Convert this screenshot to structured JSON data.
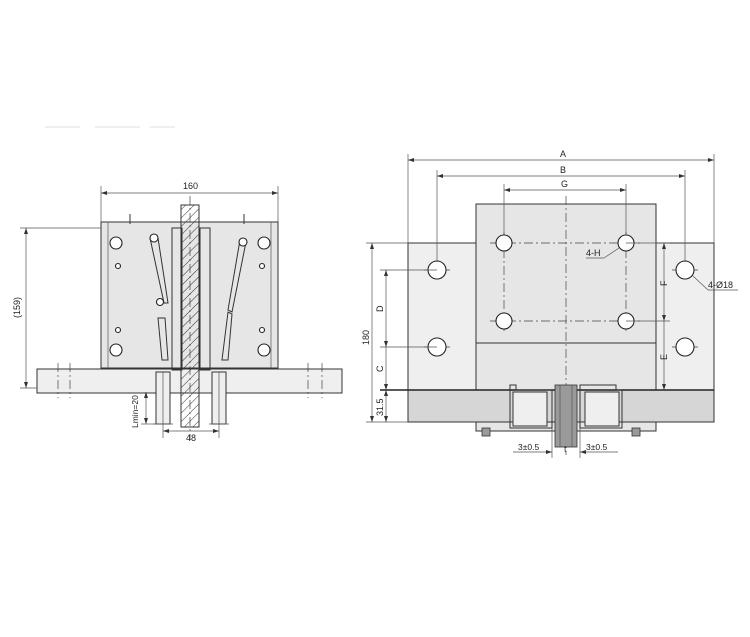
{
  "side_view": {
    "width_dim": "160",
    "height_dim": "(159)",
    "lmin": "Lmin=20",
    "rail_dim": "48"
  },
  "plan_view": {
    "dim_a": "A",
    "dim_b": "B",
    "dim_g": "G",
    "dim_d": "D",
    "dim_c": "C",
    "dim_f": "F",
    "dim_e": "E",
    "dim_180": "180",
    "dim_315": "31.5",
    "hole_h": "4-H",
    "hole_18": "4-Ø18",
    "gap_left": "3±0.5",
    "gap_right": "3±0.5",
    "gap_t": "t"
  }
}
